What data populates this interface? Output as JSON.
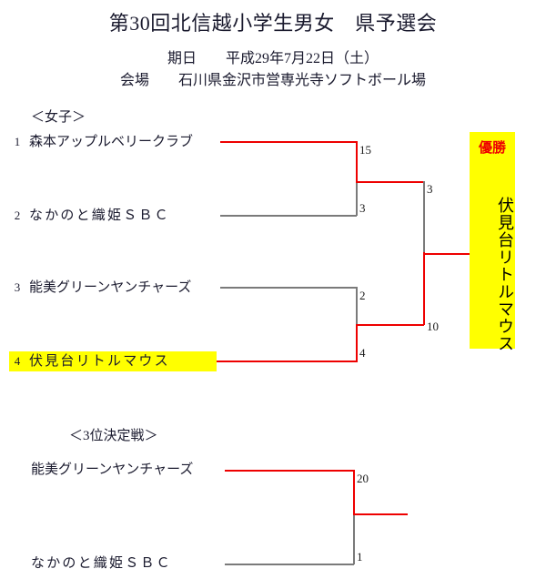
{
  "header": {
    "title": "第30回北信越小学生男女　県予選会",
    "date_label": "期日",
    "date_value": "平成29年7月22日（土）",
    "venue_label": "会場",
    "venue_value": "石川県金沢市営専光寺ソフトボール場",
    "date_line": "期日　　平成29年7月22日（土）",
    "venue_line": "会場　　石川県金沢市営専光寺ソフトボール場"
  },
  "sections": {
    "girls_heading": "＜女子＞",
    "third_place_heading": "＜3位決定戦＞"
  },
  "bracket": {
    "teams": [
      {
        "seed": "1",
        "name": "森本アップルベリークラブ",
        "winner": true,
        "highlight": false
      },
      {
        "seed": "2",
        "name": "なかのと織姫ＳＢＣ",
        "winner": false,
        "highlight": false
      },
      {
        "seed": "3",
        "name": "能美グリーンヤンチャーズ",
        "winner": false,
        "highlight": false
      },
      {
        "seed": "4",
        "name": "伏見台リトルマウス",
        "winner": true,
        "highlight": true
      }
    ],
    "semifinal_1": {
      "top_score": "15",
      "bottom_score": "3",
      "winner": "top"
    },
    "semifinal_2": {
      "top_score": "2",
      "bottom_score": "4",
      "winner": "bottom"
    },
    "final": {
      "top_score": "3",
      "bottom_score": "10",
      "winner": "bottom"
    }
  },
  "champion": {
    "label": "優勝",
    "name": "伏見台リトルマウス"
  },
  "third_place_match": {
    "heading": "＜3位決定戦＞",
    "top": {
      "name": "能美グリーンヤンチャーズ",
      "score": "20",
      "winner": true
    },
    "bottom": {
      "name": "なかのと織姫ＳＢＣ",
      "score": "1",
      "winner": false
    }
  },
  "colors": {
    "winner_line": "#ee0000",
    "loser_line": "#3d3d3d",
    "highlight": "#ffff00",
    "champion_label": "#ee0000"
  }
}
